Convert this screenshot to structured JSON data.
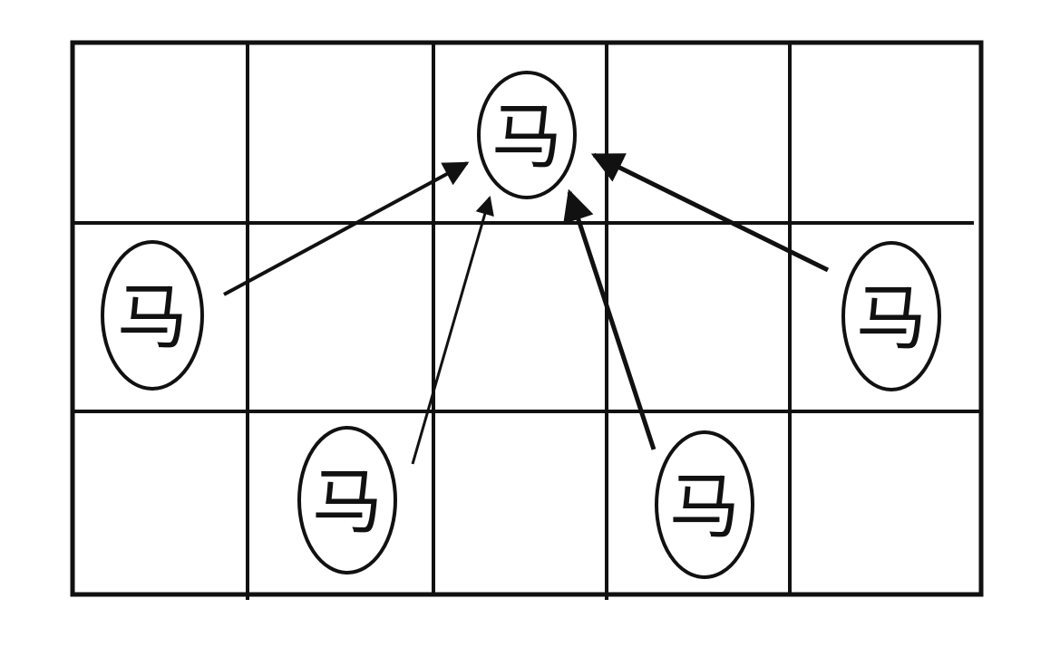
{
  "board": {
    "rows": 3,
    "cols": 5,
    "line_color": "#111111",
    "background": "#ffffff"
  },
  "pieces": [
    {
      "id": "target",
      "label": "马",
      "row": 0,
      "col": 2,
      "role": "target"
    },
    {
      "id": "left",
      "label": "马",
      "row": 1,
      "col": 0,
      "role": "attacker"
    },
    {
      "id": "right",
      "label": "马",
      "row": 1,
      "col": 4,
      "role": "attacker"
    },
    {
      "id": "bottom-left",
      "label": "马",
      "row": 2,
      "col": 1,
      "role": "attacker"
    },
    {
      "id": "bottom-right",
      "label": "马",
      "row": 2,
      "col": 3,
      "role": "attacker"
    }
  ],
  "moves": [
    {
      "from": "left",
      "to": "target"
    },
    {
      "from": "bottom-left",
      "to": "target"
    },
    {
      "from": "bottom-right",
      "to": "target"
    },
    {
      "from": "right",
      "to": "target"
    }
  ]
}
